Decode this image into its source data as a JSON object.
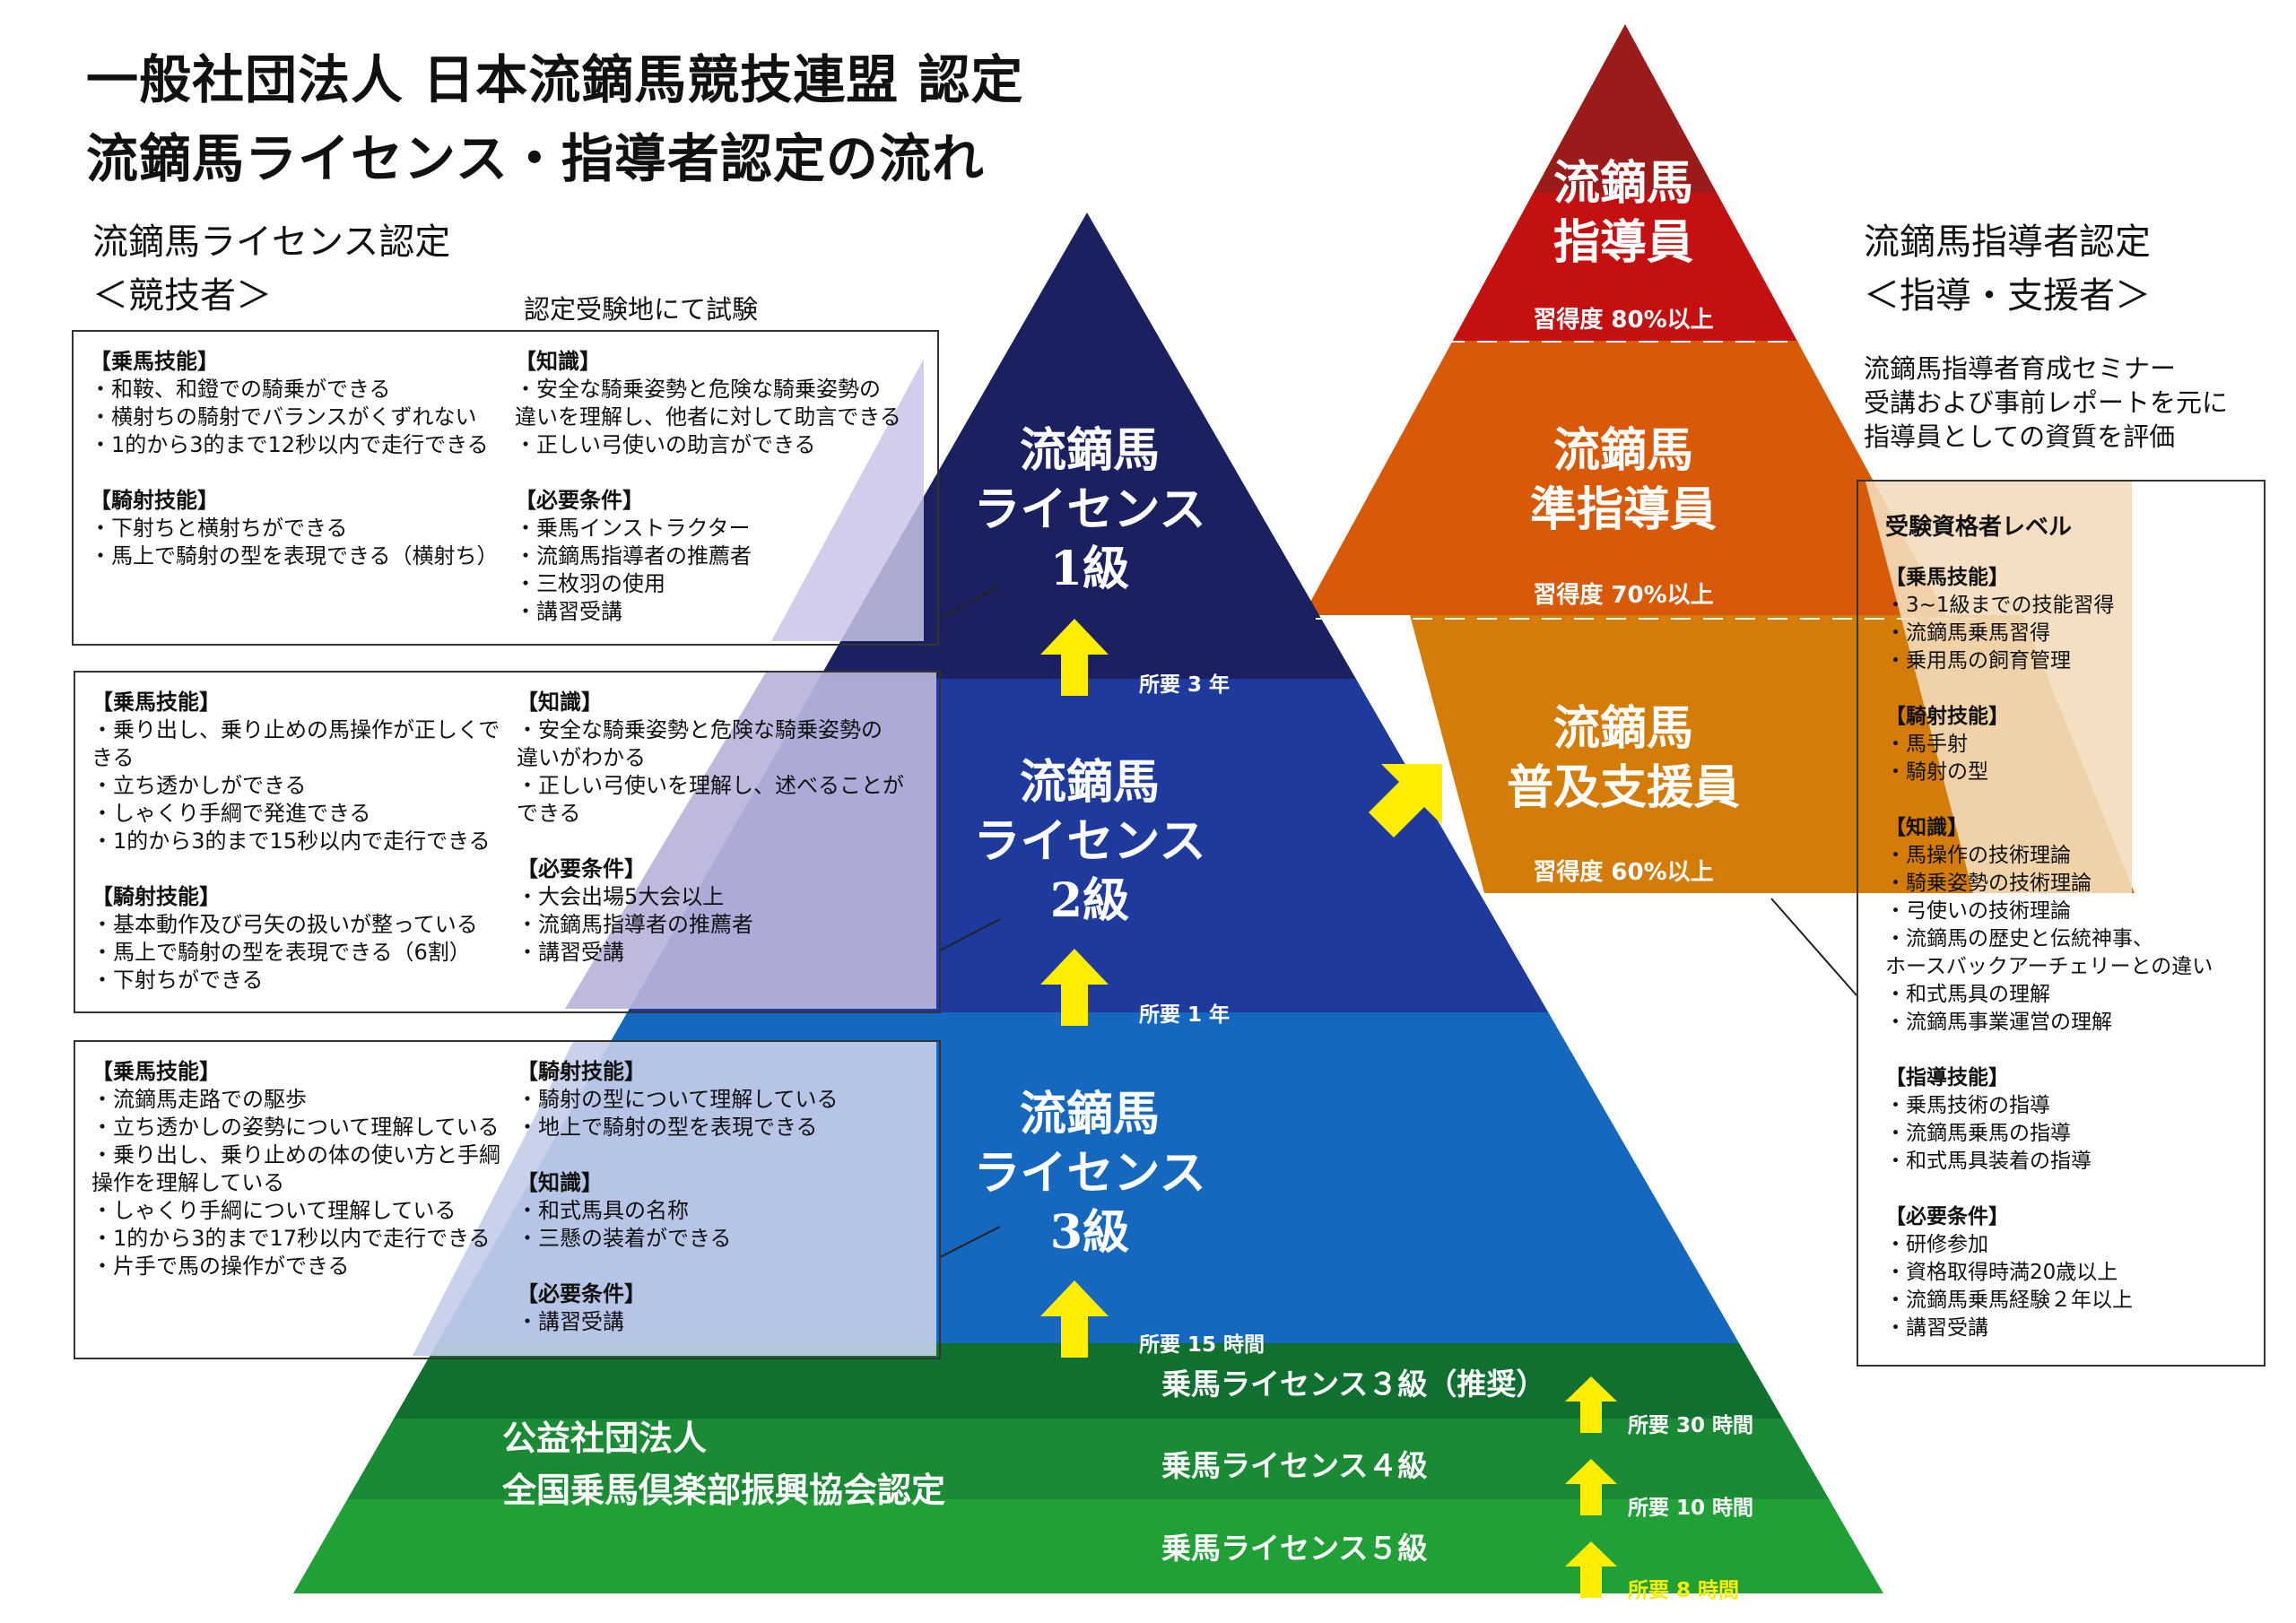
{
  "title": {
    "line1": "一般社団法人 日本流鏑馬競技連盟 認定",
    "line2": "流鏑馬ライセンス・指導者認定の流れ"
  },
  "left_heading": {
    "line1": "流鏑馬ライセンス認定",
    "line2": "＜競技者＞"
  },
  "exam_note": "認定受験地にて試験",
  "right_heading": {
    "line1": "流鏑馬指導者認定",
    "line2": "＜指導・支援者＞"
  },
  "seminar_note": {
    "line1": "流鏑馬指導者育成セミナー",
    "line2": "受講および事前レポートを元に",
    "line3": "指導員としての資質を評価"
  },
  "license_levels": [
    {
      "name_line1": "流鏑馬",
      "name_line2": "ライセンス",
      "name_line3": "1級"
    },
    {
      "name_line1": "流鏑馬",
      "name_line2": "ライセンス",
      "name_line3": "2級"
    },
    {
      "name_line1": "流鏑馬",
      "name_line2": "ライセンス",
      "name_line3": "3級"
    }
  ],
  "instructor_levels": [
    {
      "name_line1": "流鏑馬",
      "name_line2": "指導員",
      "rate": "習得度 80%以上"
    },
    {
      "name_line1": "流鏑馬",
      "name_line2": "準指導員",
      "rate": "習得度 70%以上"
    },
    {
      "name_line1": "流鏑馬",
      "name_line2": "普及支援員",
      "rate": "習得度 60%以上"
    }
  ],
  "durations": {
    "to_level1": "所要 3 年",
    "to_level2": "所要 1 年",
    "to_level3": "所要 15 時間",
    "to_riding3": "所要 30 時間",
    "to_riding4": "所要 10 時間",
    "to_riding5": "所要 8 時間"
  },
  "green_base": {
    "org_line1": "公益社団法人",
    "org_line2": "全国乗馬倶楽部振興協会認定",
    "riding3": "乗馬ライセンス３級（推奨）",
    "riding4": "乗馬ライセンス４級",
    "riding5": "乗馬ライセンス５級"
  },
  "box1": {
    "left": [
      {
        "head": "【乗馬技能】",
        "items": [
          "・和鞍、和鐙での騎乗ができる",
          "・横射ちの騎射でバランスがくずれない",
          "・1的から3的まで12秒以内で走行できる"
        ]
      },
      {
        "head": "【騎射技能】",
        "items": [
          "・下射ちと横射ちができる",
          "・馬上で騎射の型を表現できる（横射ち）"
        ]
      }
    ],
    "right": [
      {
        "head": "【知識】",
        "items": [
          "・安全な騎乗姿勢と危険な騎乗姿勢の",
          "違いを理解し、他者に対して助言できる",
          "・正しい弓使いの助言ができる"
        ]
      },
      {
        "head": "【必要条件】",
        "items": [
          "・乗馬インストラクター",
          "・流鏑馬指導者の推薦者",
          "・三枚羽の使用",
          "・講習受講"
        ]
      }
    ]
  },
  "box2": {
    "left": [
      {
        "head": "【乗馬技能】",
        "items": [
          "・乗り出し、乗り止めの馬操作が正しくで",
          "きる",
          "・立ち透かしができる",
          "・しゃくり手綱で発進できる",
          "・1的から3的まで15秒以内で走行できる"
        ]
      },
      {
        "head": "【騎射技能】",
        "items": [
          "・基本動作及び弓矢の扱いが整っている",
          "・馬上で騎射の型を表現できる（6割）",
          "・下射ちができる"
        ]
      }
    ],
    "right": [
      {
        "head": "【知識】",
        "items": [
          "・安全な騎乗姿勢と危険な騎乗姿勢の",
          "違いがわかる",
          "・正しい弓使いを理解し、述べることが",
          "できる"
        ]
      },
      {
        "head": "【必要条件】",
        "items": [
          "・大会出場5大会以上",
          "・流鏑馬指導者の推薦者",
          "・講習受講"
        ]
      }
    ]
  },
  "box3": {
    "left": [
      {
        "head": "【乗馬技能】",
        "items": [
          "・流鏑馬走路での駆歩",
          "・立ち透かしの姿勢について理解している",
          "・乗り出し、乗り止めの体の使い方と手綱",
          "操作を理解している",
          "・しゃくり手綱について理解している",
          "・1的から3的まで17秒以内で走行できる",
          "・片手で馬の操作ができる"
        ]
      }
    ],
    "right": [
      {
        "head": "【騎射技能】",
        "items": [
          "・騎射の型について理解している",
          "・地上で騎射の型を表現できる"
        ]
      },
      {
        "head": "【知識】",
        "items": [
          "・和式馬具の名称",
          "・三懸の装着ができる"
        ]
      },
      {
        "head": "【必要条件】",
        "items": [
          "・講習受講"
        ]
      }
    ]
  },
  "req_box": {
    "title": "受験資格者レベル",
    "sections": [
      {
        "head": "【乗馬技能】",
        "items": [
          "・3~1級までの技能習得",
          "・流鏑馬乗馬習得",
          "・乗用馬の飼育管理"
        ]
      },
      {
        "head": "【騎射技能】",
        "items": [
          "・馬手射",
          "・騎射の型"
        ]
      },
      {
        "head": "【知識】",
        "items": [
          "・馬操作の技術理論",
          "・騎乗姿勢の技術理論",
          "・弓使いの技術理論",
          "・流鏑馬の歴史と伝統神事、",
          "ホースバックアーチェリーとの違い",
          "・和式馬具の理解",
          "・流鏑馬事業運営の理解"
        ]
      },
      {
        "head": "【指導技能】",
        "items": [
          "・乗馬技術の指導",
          "・流鏑馬乗馬の指導",
          "・和式馬具装着の指導"
        ]
      },
      {
        "head": "【必要条件】",
        "items": [
          "・研修参加",
          "・資格取得時満20歳以上",
          "・流鏑馬乗馬経験２年以上",
          "・講習受講"
        ]
      }
    ]
  },
  "colors": {
    "license1": "#1a2060",
    "license2": "#1d3a9c",
    "license3": "#1668bf",
    "green_top": "#0f7030",
    "green_mid": "#1a8a35",
    "green_bot": "#22a038",
    "instructor": "#b81515",
    "sub_instructor": "#d54a0a",
    "supporter": "#d47c08",
    "arrow": "#ffee00"
  }
}
